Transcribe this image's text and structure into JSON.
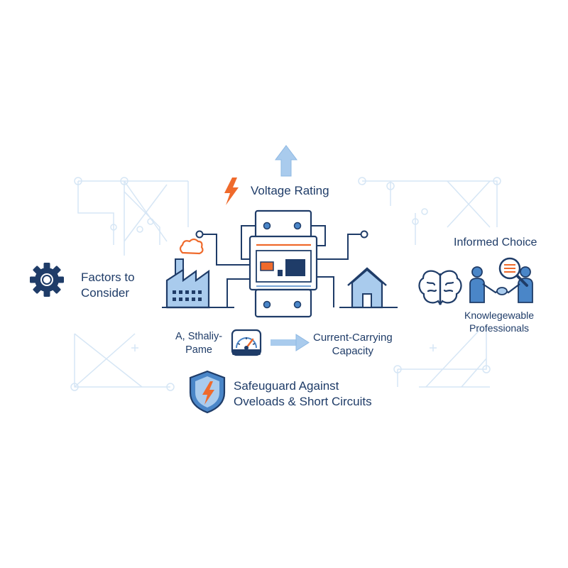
{
  "colors": {
    "navy": "#1f3c68",
    "blue": "#4a86c8",
    "light_blue": "#a9cbed",
    "orange": "#ef6a2c",
    "faint_lines": "#d3e4f4",
    "background": "#ffffff"
  },
  "icons": [
    "up-arrow-icon",
    "lightning-bolt-icon",
    "gear-icon",
    "factory-icon",
    "circuit-breaker-icon",
    "house-icon",
    "brain-icon",
    "handshake-people-icon",
    "magnifier-icon",
    "gauge-icon",
    "right-arrow-icon",
    "shield-lightning-icon"
  ],
  "labels": {
    "voltage_rating": "Voltage Rating",
    "factors": [
      "Factors to",
      "Consider"
    ],
    "informed_choice": "Informed Choice",
    "professionals": [
      "Knowlegewable",
      "Professionals"
    ],
    "stability": [
      "A, Sthaliy-",
      "Pame"
    ],
    "current_capacity": [
      "Current-Carrying",
      "Capacity"
    ],
    "safeguard": [
      "Safeuguard Against",
      "Oveloads & Short Circuits"
    ]
  }
}
